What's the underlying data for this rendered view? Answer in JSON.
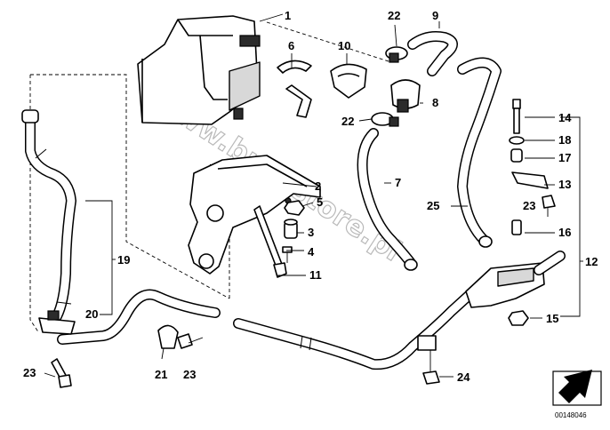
{
  "diagram": {
    "callouts": [
      "1",
      "2",
      "3",
      "4",
      "5",
      "6",
      "7",
      "8",
      "9",
      "10",
      "11",
      "12",
      "13",
      "14",
      "15",
      "16",
      "17",
      "18",
      "19",
      "20",
      "21",
      "22",
      "22",
      "23",
      "23",
      "23",
      "24",
      "25"
    ],
    "diagram_code": "00148046",
    "watermark": "www.bmwstore.pl"
  }
}
